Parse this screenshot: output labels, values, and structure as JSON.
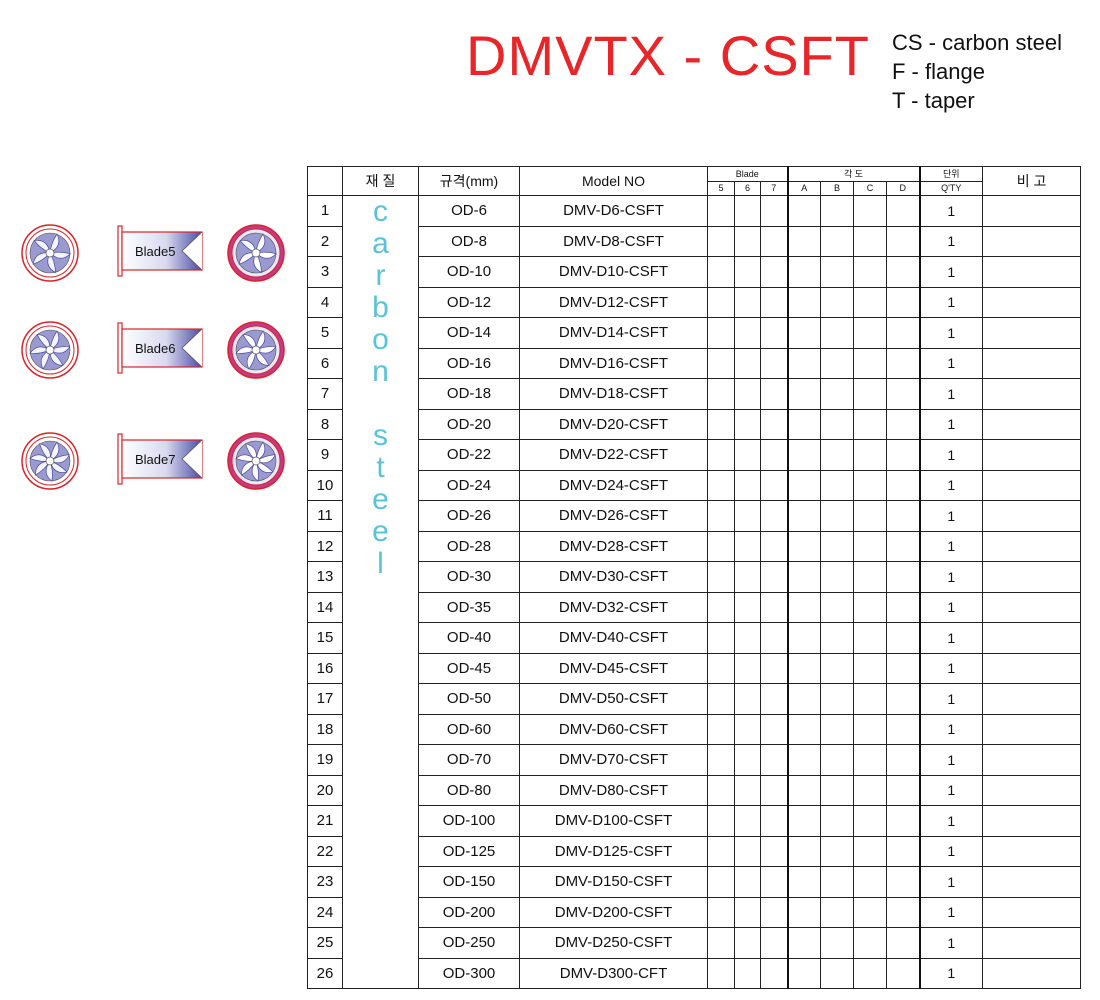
{
  "title": "DMVTX - CSFT",
  "legend": [
    "CS - carbon steel",
    "F - flange",
    "T - taper"
  ],
  "drawings": [
    {
      "label": "Blade5",
      "blades": 5
    },
    {
      "label": "Blade6",
      "blades": 6
    },
    {
      "label": "Blade7",
      "blades": 7
    }
  ],
  "colors": {
    "title": "#e8262a",
    "material_text": "#5bc3d8",
    "drawing_outline": "#d8242a",
    "blade_fill": "#4a4aa6"
  },
  "table": {
    "headers": {
      "material": "재 질",
      "spec": "규격(mm)",
      "model": "Model NO",
      "blade": "Blade",
      "blade_sub": [
        "5",
        "6",
        "7"
      ],
      "angle": "각 도",
      "angle_sub": [
        "A",
        "B",
        "C",
        "D"
      ],
      "unit": "단위",
      "qty": "Q'TY",
      "remarks": "비 고"
    },
    "material_letters": [
      "c",
      "a",
      "r",
      "b",
      "o",
      "n",
      "",
      "s",
      "t",
      "e",
      "e",
      "l"
    ],
    "rows": [
      {
        "no": "1",
        "spec": "OD-6",
        "model": "DMV-D6-CSFT",
        "qty": "1"
      },
      {
        "no": "2",
        "spec": "OD-8",
        "model": "DMV-D8-CSFT",
        "qty": "1"
      },
      {
        "no": "3",
        "spec": "OD-10",
        "model": "DMV-D10-CSFT",
        "qty": "1"
      },
      {
        "no": "4",
        "spec": "OD-12",
        "model": "DMV-D12-CSFT",
        "qty": "1"
      },
      {
        "no": "5",
        "spec": "OD-14",
        "model": "DMV-D14-CSFT",
        "qty": "1"
      },
      {
        "no": "6",
        "spec": "OD-16",
        "model": "DMV-D16-CSFT",
        "qty": "1"
      },
      {
        "no": "7",
        "spec": "OD-18",
        "model": "DMV-D18-CSFT",
        "qty": "1"
      },
      {
        "no": "8",
        "spec": "OD-20",
        "model": "DMV-D20-CSFT",
        "qty": "1"
      },
      {
        "no": "9",
        "spec": "OD-22",
        "model": "DMV-D22-CSFT",
        "qty": "1"
      },
      {
        "no": "10",
        "spec": "OD-24",
        "model": "DMV-D24-CSFT",
        "qty": "1"
      },
      {
        "no": "11",
        "spec": "OD-26",
        "model": "DMV-D26-CSFT",
        "qty": "1"
      },
      {
        "no": "12",
        "spec": "OD-28",
        "model": "DMV-D28-CSFT",
        "qty": "1"
      },
      {
        "no": "13",
        "spec": "OD-30",
        "model": "DMV-D30-CSFT",
        "qty": "1"
      },
      {
        "no": "14",
        "spec": "OD-35",
        "model": "DMV-D32-CSFT",
        "qty": "1"
      },
      {
        "no": "15",
        "spec": "OD-40",
        "model": "DMV-D40-CSFT",
        "qty": "1"
      },
      {
        "no": "16",
        "spec": "OD-45",
        "model": "DMV-D45-CSFT",
        "qty": "1"
      },
      {
        "no": "17",
        "spec": "OD-50",
        "model": "DMV-D50-CSFT",
        "qty": "1"
      },
      {
        "no": "18",
        "spec": "OD-60",
        "model": "DMV-D60-CSFT",
        "qty": "1"
      },
      {
        "no": "19",
        "spec": "OD-70",
        "model": "DMV-D70-CSFT",
        "qty": "1"
      },
      {
        "no": "20",
        "spec": "OD-80",
        "model": "DMV-D80-CSFT",
        "qty": "1"
      },
      {
        "no": "21",
        "spec": "OD-100",
        "model": "DMV-D100-CSFT",
        "qty": "1"
      },
      {
        "no": "22",
        "spec": "OD-125",
        "model": "DMV-D125-CSFT",
        "qty": "1"
      },
      {
        "no": "23",
        "spec": "OD-150",
        "model": "DMV-D150-CSFT",
        "qty": "1"
      },
      {
        "no": "24",
        "spec": "OD-200",
        "model": "DMV-D200-CSFT",
        "qty": "1"
      },
      {
        "no": "25",
        "spec": "OD-250",
        "model": "DMV-D250-CSFT",
        "qty": "1"
      },
      {
        "no": "26",
        "spec": "OD-300",
        "model": "DMV-D300-CFT",
        "qty": "1"
      }
    ]
  }
}
